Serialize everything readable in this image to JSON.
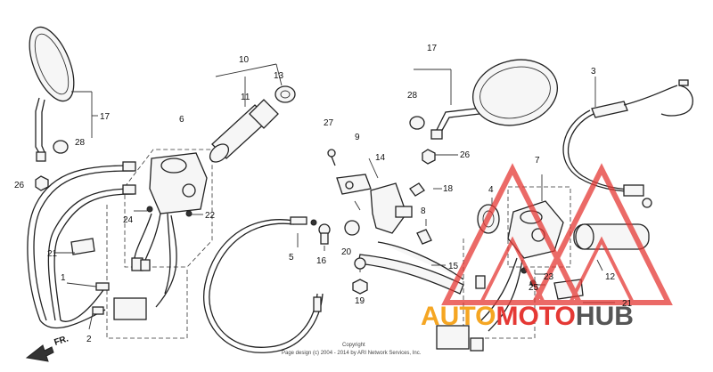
{
  "callouts": {
    "c1": "1",
    "c2": "2",
    "c3": "3",
    "c4": "4",
    "c5": "5",
    "c6": "6",
    "c7": "7",
    "c8": "8",
    "c9": "9",
    "c10": "10",
    "c11": "11",
    "c12": "12",
    "c13": "13",
    "c14": "14",
    "c15": "15",
    "c16": "16",
    "c17a": "17",
    "c17b": "17",
    "c18": "18",
    "c19": "19",
    "c20": "20",
    "c21a": "21",
    "c21b": "21",
    "c22": "22",
    "c23": "23",
    "c24": "24",
    "c25": "25",
    "c26a": "26",
    "c26b": "26",
    "c27": "27",
    "c28a": "28",
    "c28b": "28"
  },
  "front_label": "FR.",
  "copyright": {
    "line1": "Copyright",
    "line2": "Page design (c) 2004 - 2014 by ARI Network Services, Inc."
  },
  "watermark": {
    "auto": "AUTO",
    "moto": "MOTO",
    "hub": "HUB",
    "colors": {
      "orange": "#f5a623",
      "gray": "#555555",
      "red": "#e53935"
    }
  }
}
